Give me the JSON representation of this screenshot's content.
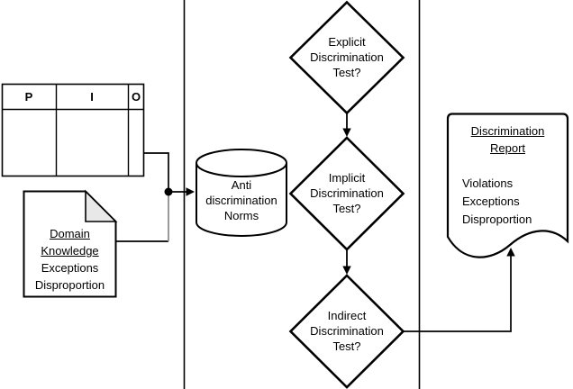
{
  "diagram": {
    "table": {
      "headers": [
        "P",
        "I",
        "O"
      ]
    },
    "domain_note": {
      "lines": [
        "Domain",
        "Knowledge",
        "Exceptions",
        "Disproportion"
      ]
    },
    "norms_cylinder": {
      "lines": [
        "Anti",
        "discrimination",
        "Norms"
      ]
    },
    "decisions": [
      {
        "lines": [
          "Explicit",
          "Discrimination",
          "Test?"
        ]
      },
      {
        "lines": [
          "Implicit",
          "Discrimination",
          "Test?"
        ]
      },
      {
        "lines": [
          "Indirect",
          "Discrimination",
          "Test?"
        ]
      }
    ],
    "report": {
      "title_lines": [
        "Discrimination",
        "Report"
      ],
      "body_lines": [
        "Violations",
        "Exceptions",
        "Disproportion"
      ]
    },
    "colors": {
      "stroke": "#000000",
      "background": "#ffffff",
      "note_fold": "#e8e8e8",
      "connector_gray": "#999999"
    }
  }
}
